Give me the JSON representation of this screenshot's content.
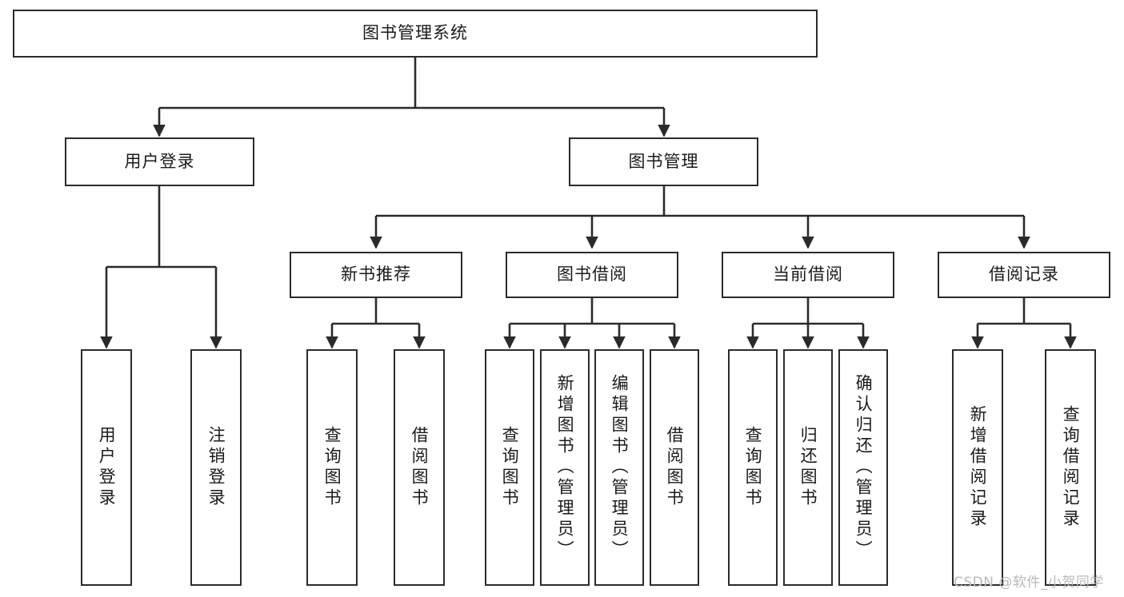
{
  "diagram": {
    "title": "图书管理系统",
    "type": "hierarchy-tree",
    "watermark": "CSDN @软件_小贺同学",
    "colors": {
      "stroke": "#2b2b2b",
      "fill": "#ffffff",
      "text": "#1a1a1a",
      "watermark": "#b9b9b9"
    },
    "root": {
      "label": "图书管理系统"
    },
    "level1": [
      {
        "label": "用户登录"
      },
      {
        "label": "图书管理"
      }
    ],
    "level2": [
      {
        "label": "新书推荐"
      },
      {
        "label": "图书借阅"
      },
      {
        "label": "当前借阅"
      },
      {
        "label": "借阅记录"
      }
    ],
    "leaves": {
      "user_login": [
        {
          "label": "用户登录"
        },
        {
          "label": "注销登录"
        }
      ],
      "new_book_recommend": [
        {
          "label": "查询图书"
        },
        {
          "label": "借阅图书"
        }
      ],
      "book_borrow": [
        {
          "label": "查询图书"
        },
        {
          "label": "新增图书（管理员）"
        },
        {
          "label": "编辑图书（管理员）"
        },
        {
          "label": "借阅图书"
        }
      ],
      "current_borrow": [
        {
          "label": "查询图书"
        },
        {
          "label": "归还图书"
        },
        {
          "label": "确认归还（管理员）"
        }
      ],
      "borrow_record": [
        {
          "label": "新增借阅记录"
        },
        {
          "label": "查询借阅记录"
        }
      ]
    }
  }
}
